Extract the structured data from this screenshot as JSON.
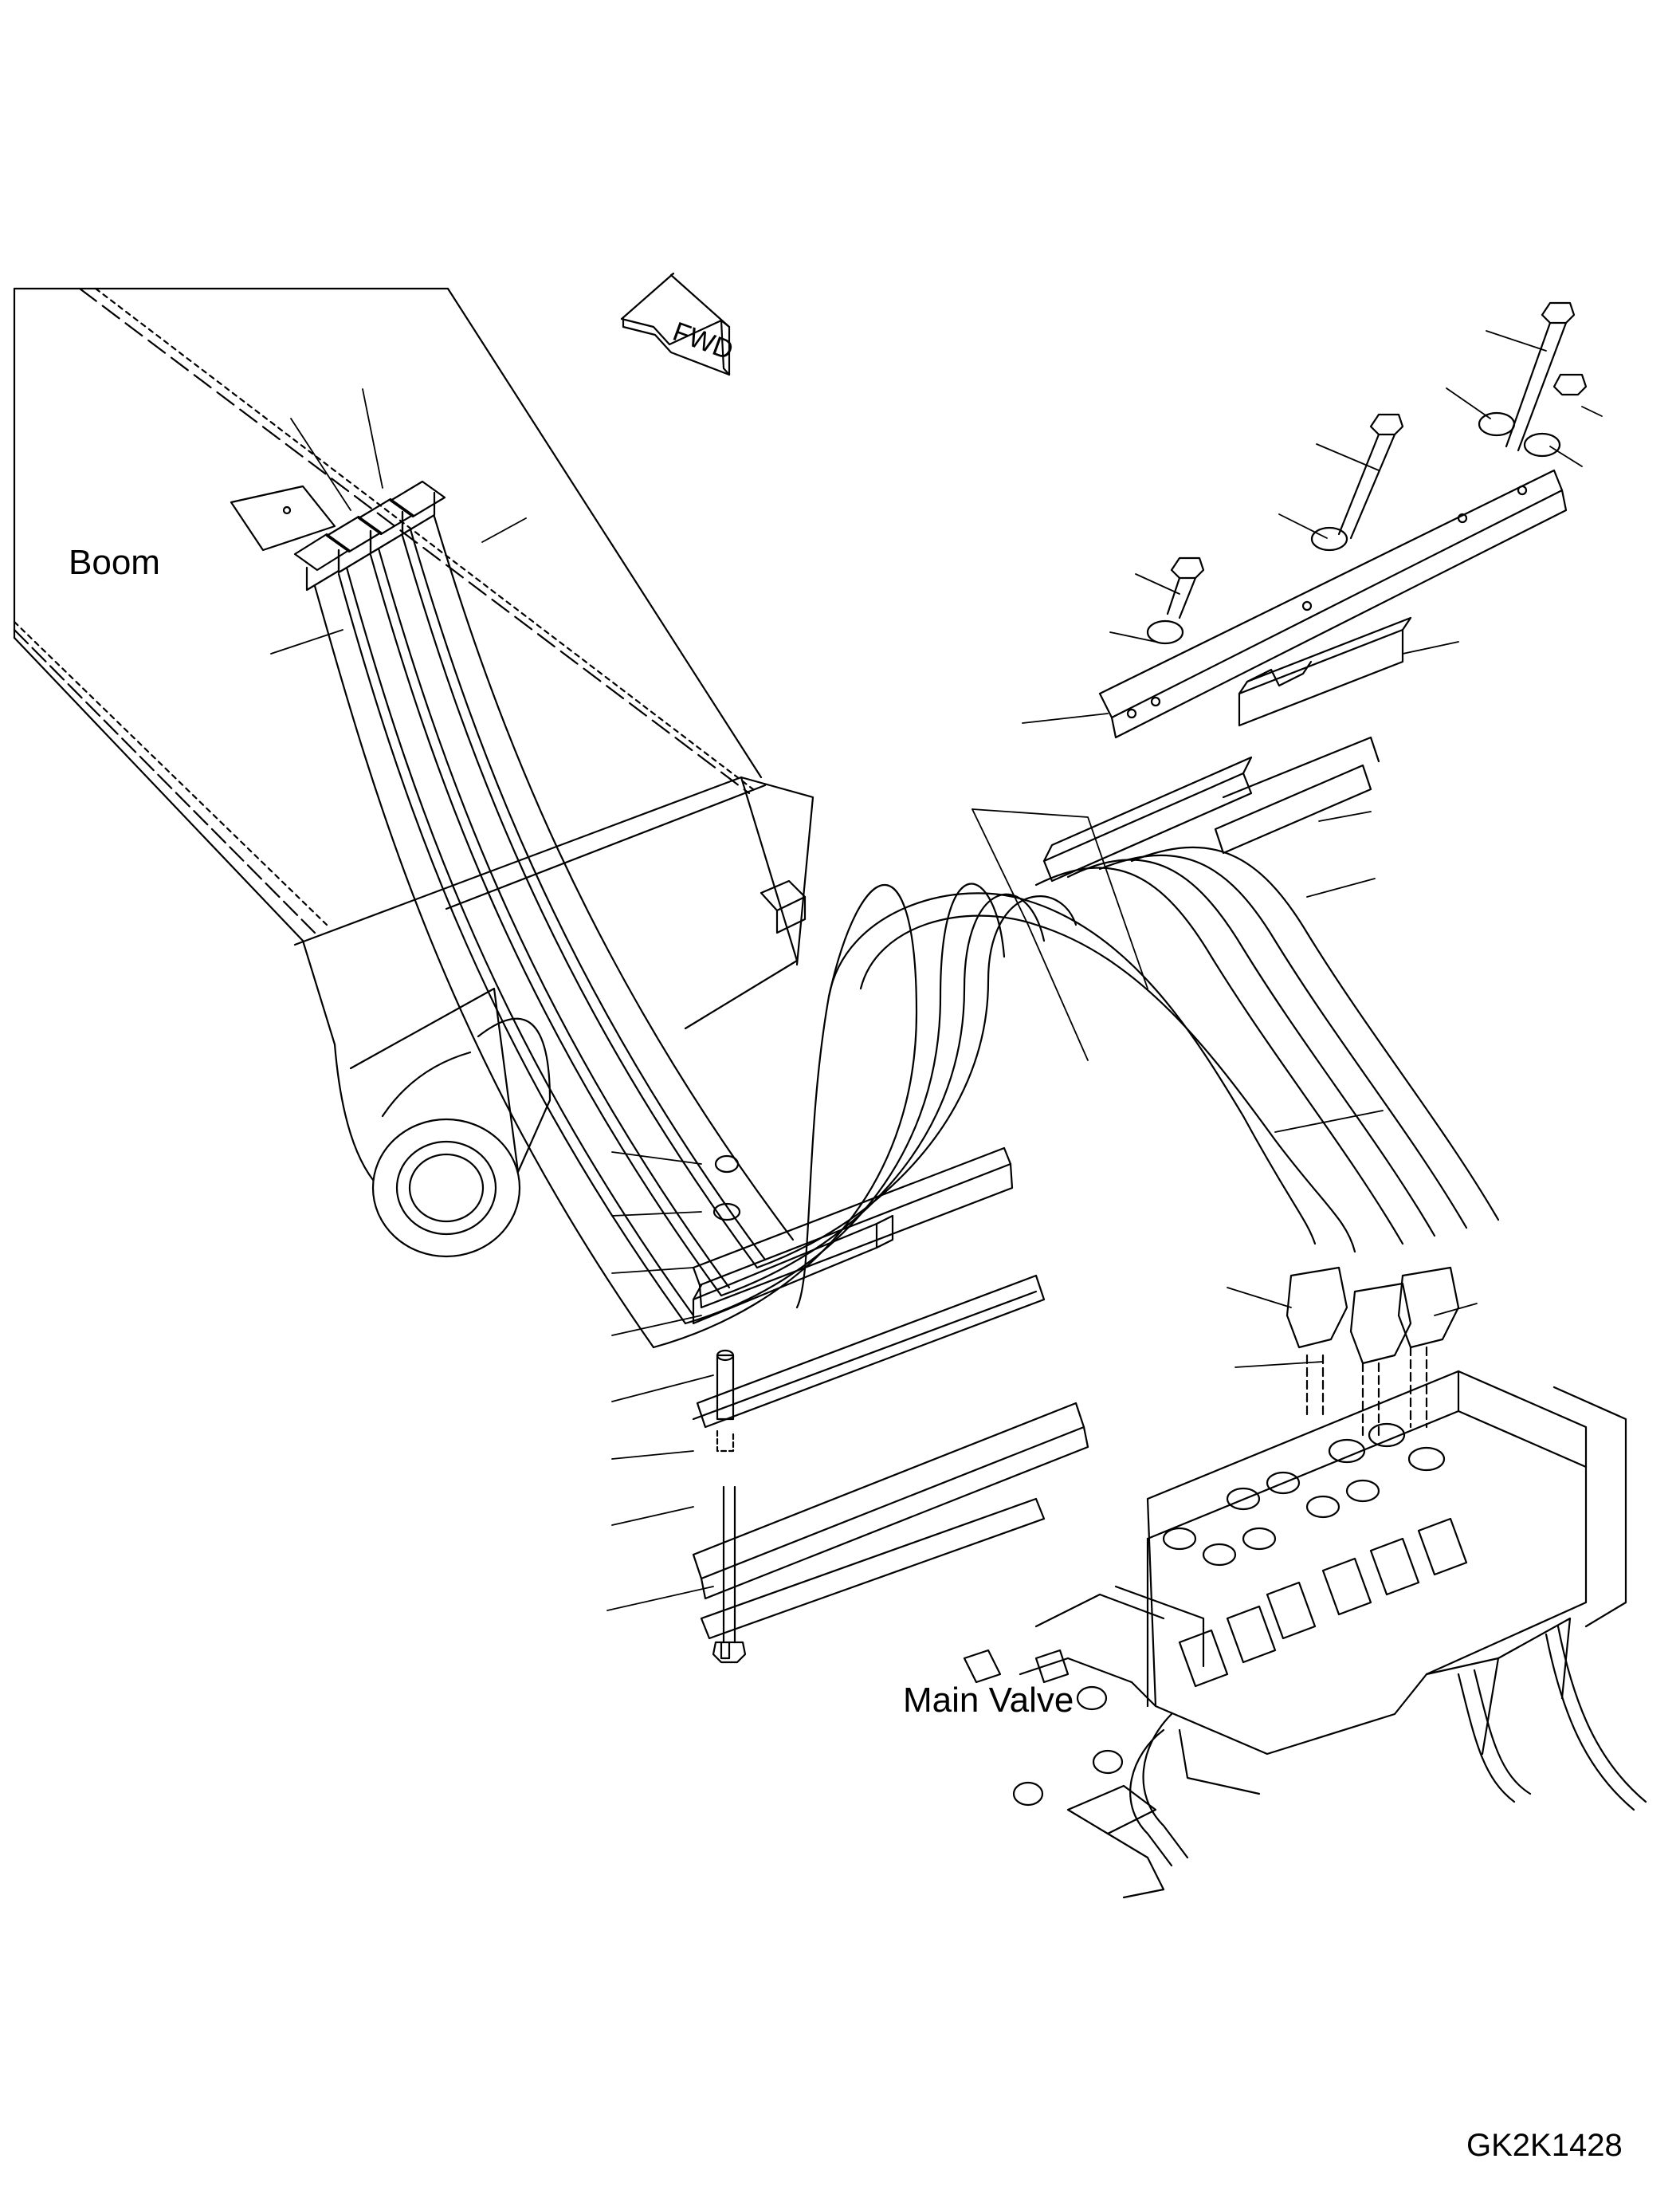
{
  "labels": {
    "boom": "Boom",
    "main_valve": "Main Valve",
    "drawing_code": "GK2K1428",
    "fwd_arrow": "FWD"
  },
  "colors": {
    "line": "#000000",
    "background": "#ffffff"
  }
}
